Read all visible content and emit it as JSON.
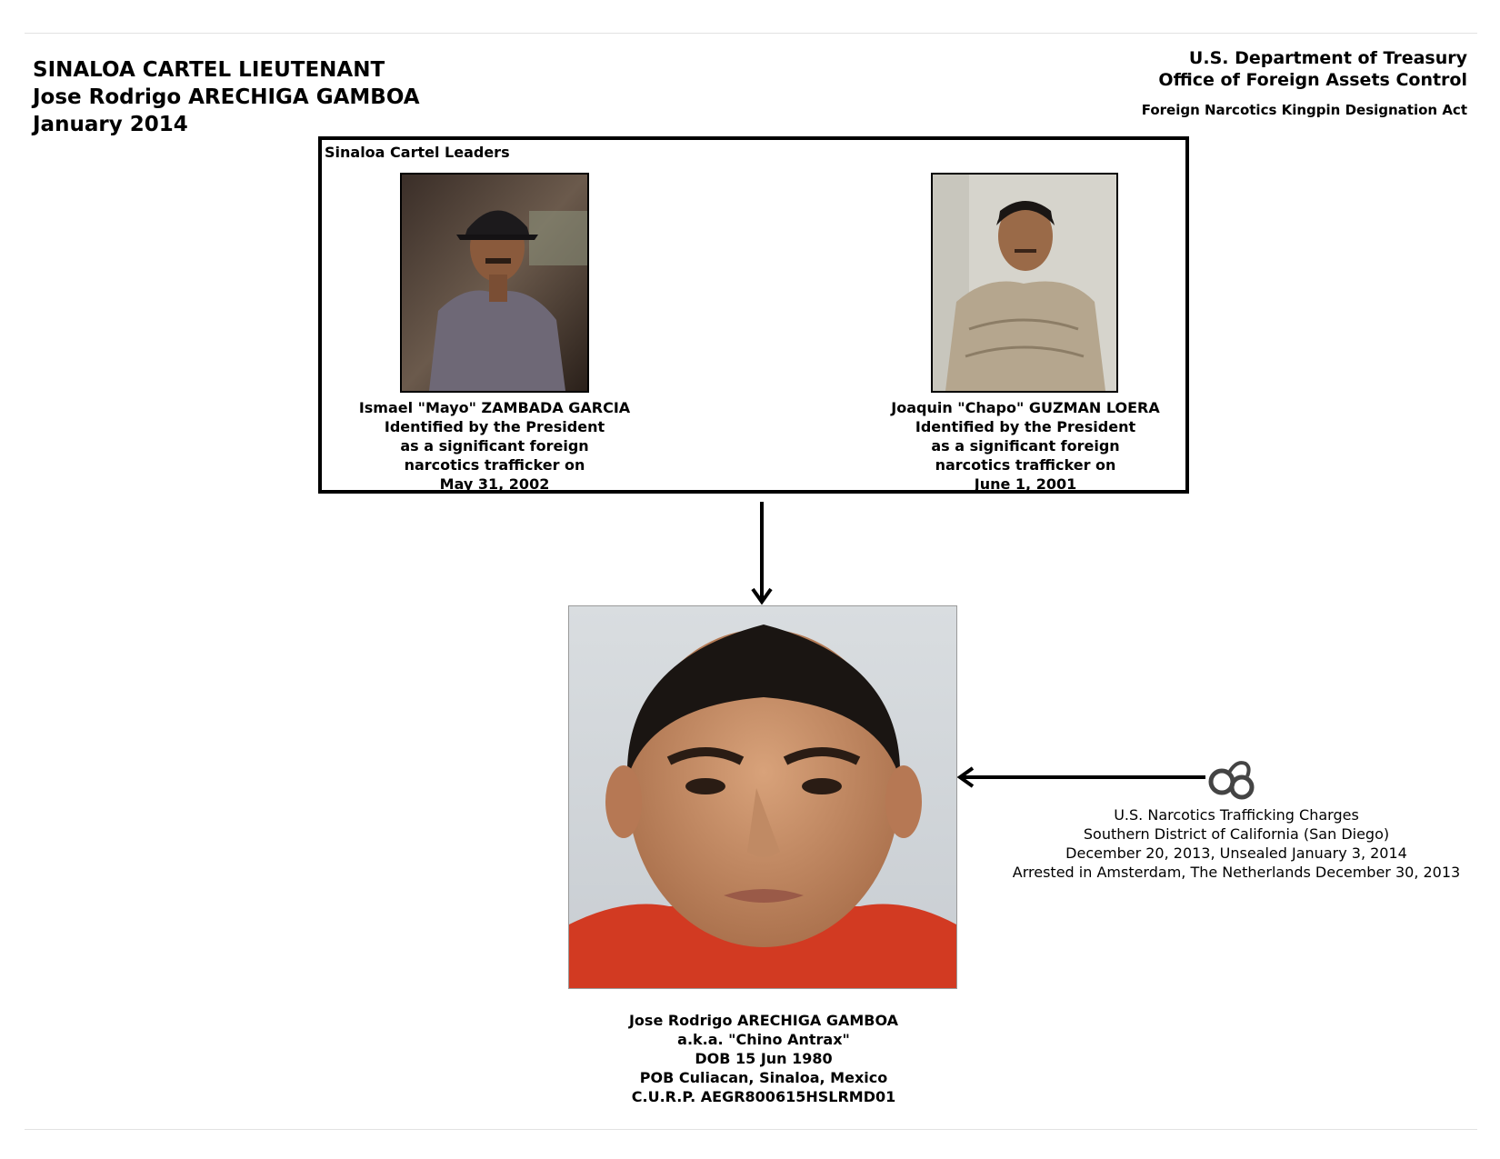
{
  "header": {
    "title_lines": [
      "SINALOA CARTEL LIEUTENANT",
      "Jose Rodrigo ARECHIGA GAMBOA",
      "January 2014"
    ],
    "agency_lines": [
      "U.S. Department of Treasury",
      "Office of Foreign Assets Control"
    ],
    "act": "Foreign Narcotics Kingpin Designation Act"
  },
  "leaders": {
    "title": "Sinaloa Cartel Leaders",
    "people": [
      {
        "photo_icon": "portrait-photo-icon",
        "lines": [
          "Ismael \"Mayo\" ZAMBADA GARCIA",
          "Identified by the President",
          "as a significant foreign",
          "narcotics trafficker on",
          "May 31, 2002"
        ]
      },
      {
        "photo_icon": "portrait-photo-icon",
        "lines": [
          "Joaquin \"Chapo\" GUZMAN LOERA",
          "Identified by the President",
          "as a significant foreign",
          "narcotics trafficker on",
          "June 1, 2001"
        ]
      }
    ]
  },
  "subject": {
    "photo_icon": "portrait-photo-icon",
    "lines": [
      "Jose Rodrigo ARECHIGA GAMBOA",
      "a.k.a. \"Chino Antrax\"",
      "DOB 15 Jun 1980",
      "POB Culiacan, Sinaloa, Mexico",
      "C.U.R.P. AEGR800615HSLRMD01"
    ]
  },
  "charges": {
    "icon": "handcuffs-icon",
    "lines": [
      "U.S. Narcotics Trafficking Charges",
      "Southern District of California (San Diego)",
      "December 20, 2013, Unsealed January 3, 2014",
      "Arrested in Amsterdam, The Netherlands December 30, 2013"
    ]
  }
}
